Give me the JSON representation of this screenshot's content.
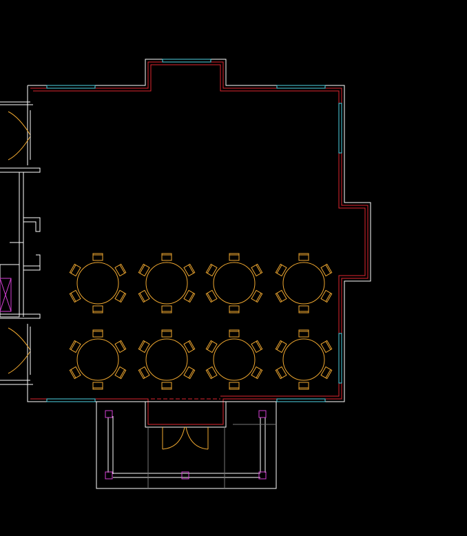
{
  "drawing": {
    "background": "#000000",
    "colors": {
      "wall_outer": "#ffffff",
      "wall_inner": "#e0262f",
      "window": "#4fd6e6",
      "furniture": "#f0a830",
      "door": "#f0a830",
      "column": "#d640d6",
      "porch_line": "#ffffff"
    },
    "tables": {
      "rows": 2,
      "per_row": 4,
      "chairs_per_table": 6,
      "total": 8
    },
    "icons": [
      "table-icon",
      "chair-icon",
      "door-swing-icon",
      "column-icon",
      "window-icon"
    ]
  }
}
